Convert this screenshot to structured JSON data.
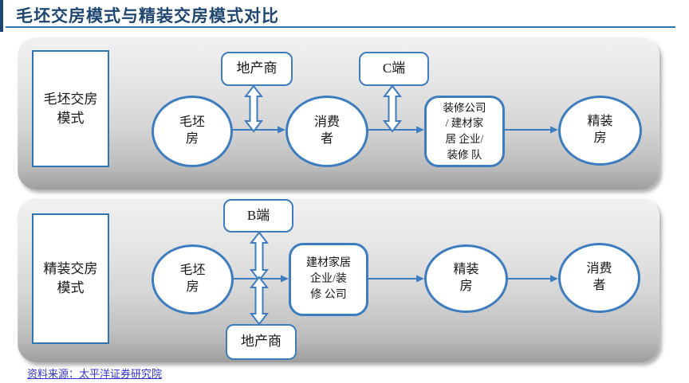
{
  "header": {
    "title": "毛坯交房模式与精装交房模式对比"
  },
  "footer": {
    "source": "资料来源：太平洋证券研究院"
  },
  "colors": {
    "title_blue": "#1F4670",
    "shape_border_blue": "#3D7CBE",
    "rule_blue": "#2E75B6",
    "link_blue": "#3232CD",
    "panel_gray_top": "#f1f1f1",
    "panel_gray_bottom": "#9e9e9e"
  },
  "panels": [
    {
      "label": "毛坯交房\n模式",
      "nodes": {
        "rough_house": "毛坯\n房",
        "developer": "地产商",
        "consumer": "消费\n者",
        "c_side": "C端",
        "renovation": "装修公司\n/ 建材家\n居 企业/\n装修 队",
        "fine_house": "精装\n房"
      }
    },
    {
      "label": "精装交房\n模式",
      "nodes": {
        "b_side": "B端",
        "rough_house": "毛坯\n房",
        "materials": "建材家居\n企业/装\n修 公司",
        "developer": "地产商",
        "fine_house": "精装\n房",
        "consumer": "消费\n者"
      }
    }
  ]
}
